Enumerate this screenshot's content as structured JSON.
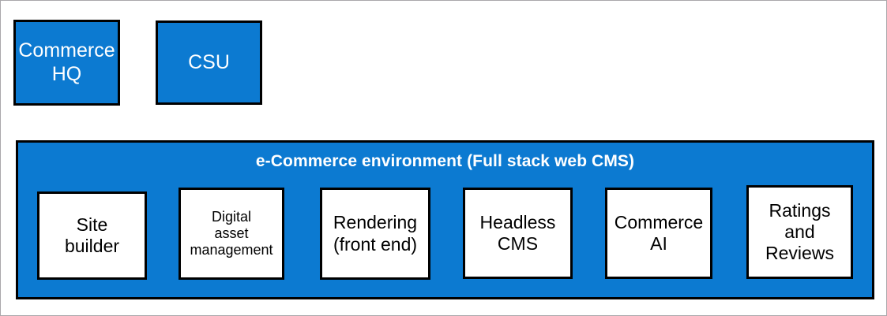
{
  "diagram": {
    "top_nodes": [
      {
        "id": "commerce-hq",
        "label": "Commerce\nHQ"
      },
      {
        "id": "csu",
        "label": "CSU"
      }
    ],
    "environment": {
      "title": "e-Commerce environment (Full stack web CMS)",
      "capabilities": [
        {
          "id": "site-builder",
          "label": "Site\nbuilder"
        },
        {
          "id": "digital-asset-management",
          "label": "Digital\nasset\nmanagement"
        },
        {
          "id": "rendering-front-end",
          "label": "Rendering\n(front end)"
        },
        {
          "id": "headless-cms",
          "label": "Headless\nCMS"
        },
        {
          "id": "commerce-ai",
          "label": "Commerce\nAI"
        },
        {
          "id": "ratings-and-reviews",
          "label": "Ratings\nand\nReviews"
        }
      ]
    },
    "colors": {
      "brand_blue": "#0c7ad1",
      "outline": "#000000",
      "box_fill": "#ffffff",
      "page_border": "#aaa7ab"
    }
  }
}
